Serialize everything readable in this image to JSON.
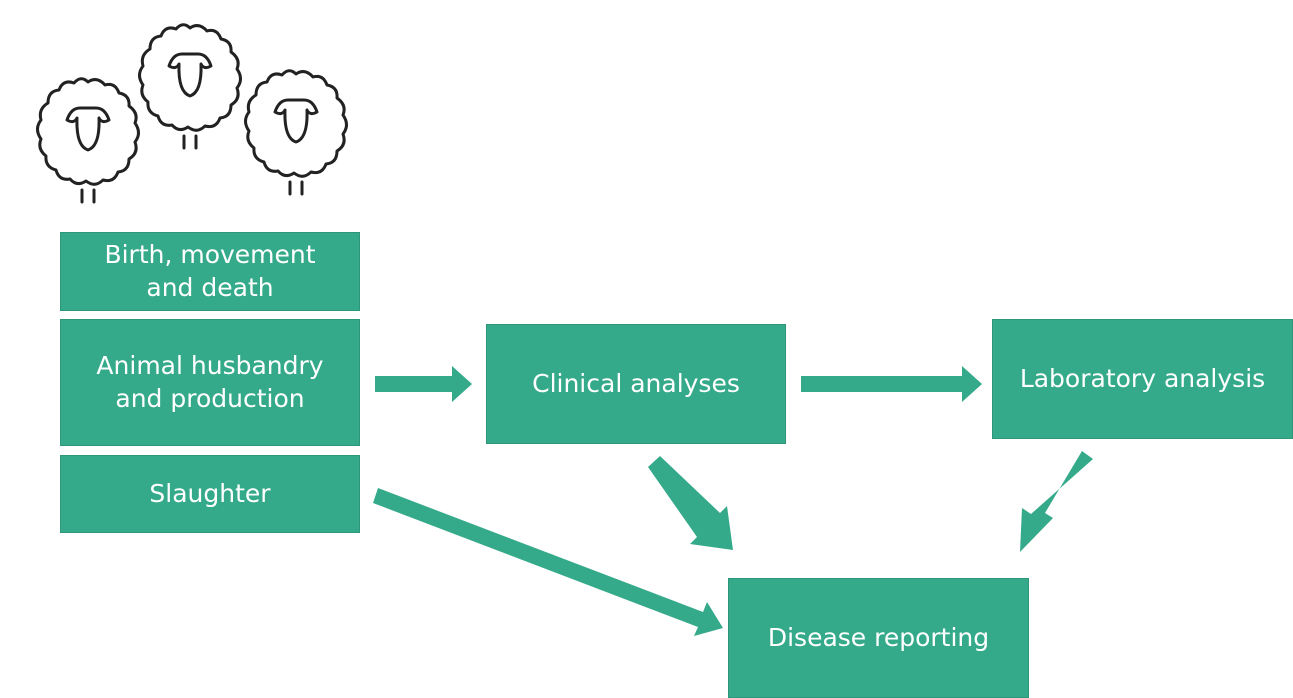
{
  "colors": {
    "box_fill": "#35aa8a",
    "arrow": "#35aa8a",
    "sheep_outline": "#222222"
  },
  "icons": [
    "sheep-icon",
    "sheep-icon",
    "sheep-icon"
  ],
  "nodes": {
    "birth": "Birth, movement\nand death",
    "husbandry": "Animal husbandry\nand production",
    "slaughter": "Slaughter",
    "clinical": "Clinical analyses",
    "laboratory": "Laboratory analysis",
    "disease": "Disease reporting"
  },
  "edges": [
    {
      "from": "husbandry",
      "to": "clinical"
    },
    {
      "from": "clinical",
      "to": "laboratory"
    },
    {
      "from": "clinical",
      "to": "disease"
    },
    {
      "from": "laboratory",
      "to": "disease"
    },
    {
      "from": "slaughter",
      "to": "disease"
    }
  ]
}
